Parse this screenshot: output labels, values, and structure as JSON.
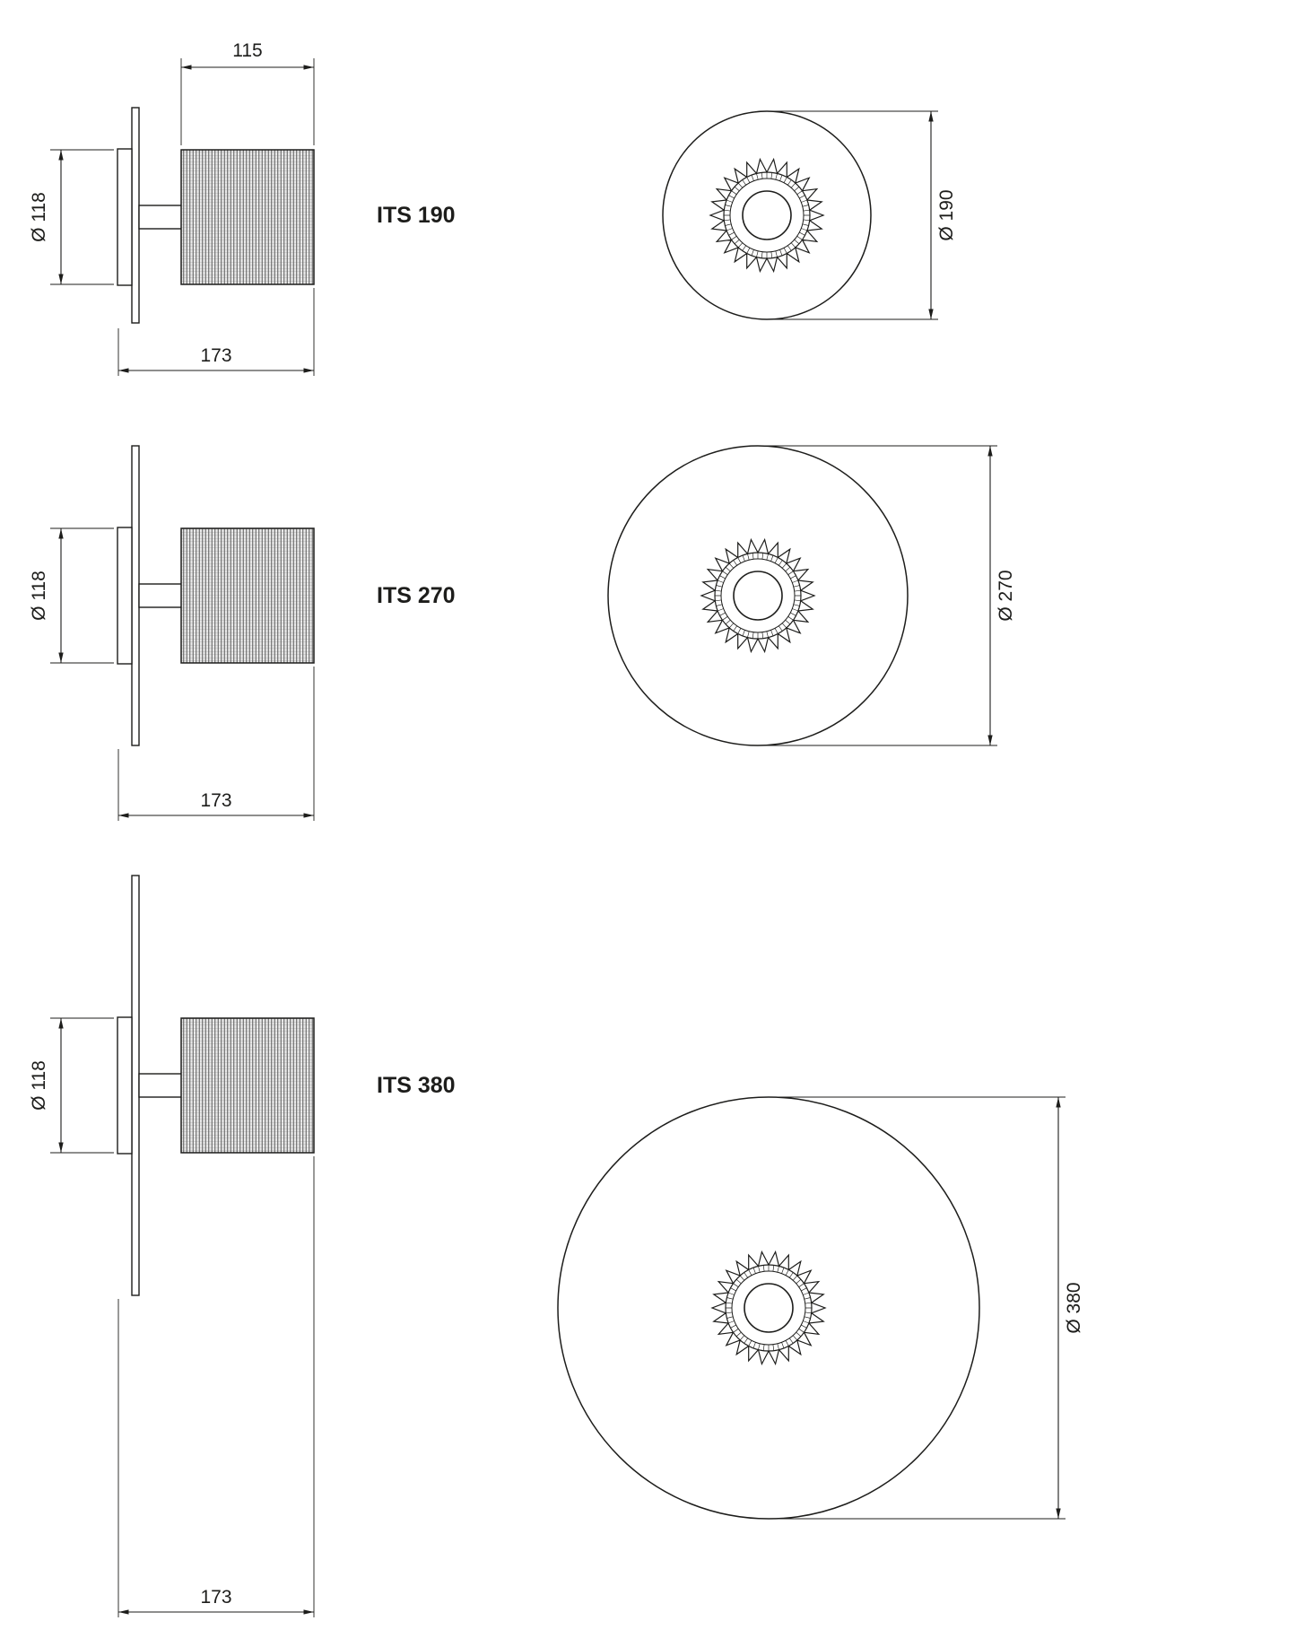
{
  "drawing": {
    "line_color": "#1d1d1b",
    "background_color": "#ffffff"
  },
  "variants": [
    {
      "name": "ITS 190",
      "front_diameter": "Ø 190",
      "body_diameter": "Ø 118",
      "total_depth": "173",
      "shade_depth": "115"
    },
    {
      "name": "ITS 270",
      "front_diameter": "Ø 270",
      "body_diameter": "Ø 118",
      "total_depth": "173"
    },
    {
      "name": "ITS 380",
      "front_diameter": "Ø 380",
      "body_diameter": "Ø 118",
      "total_depth": "173"
    }
  ]
}
